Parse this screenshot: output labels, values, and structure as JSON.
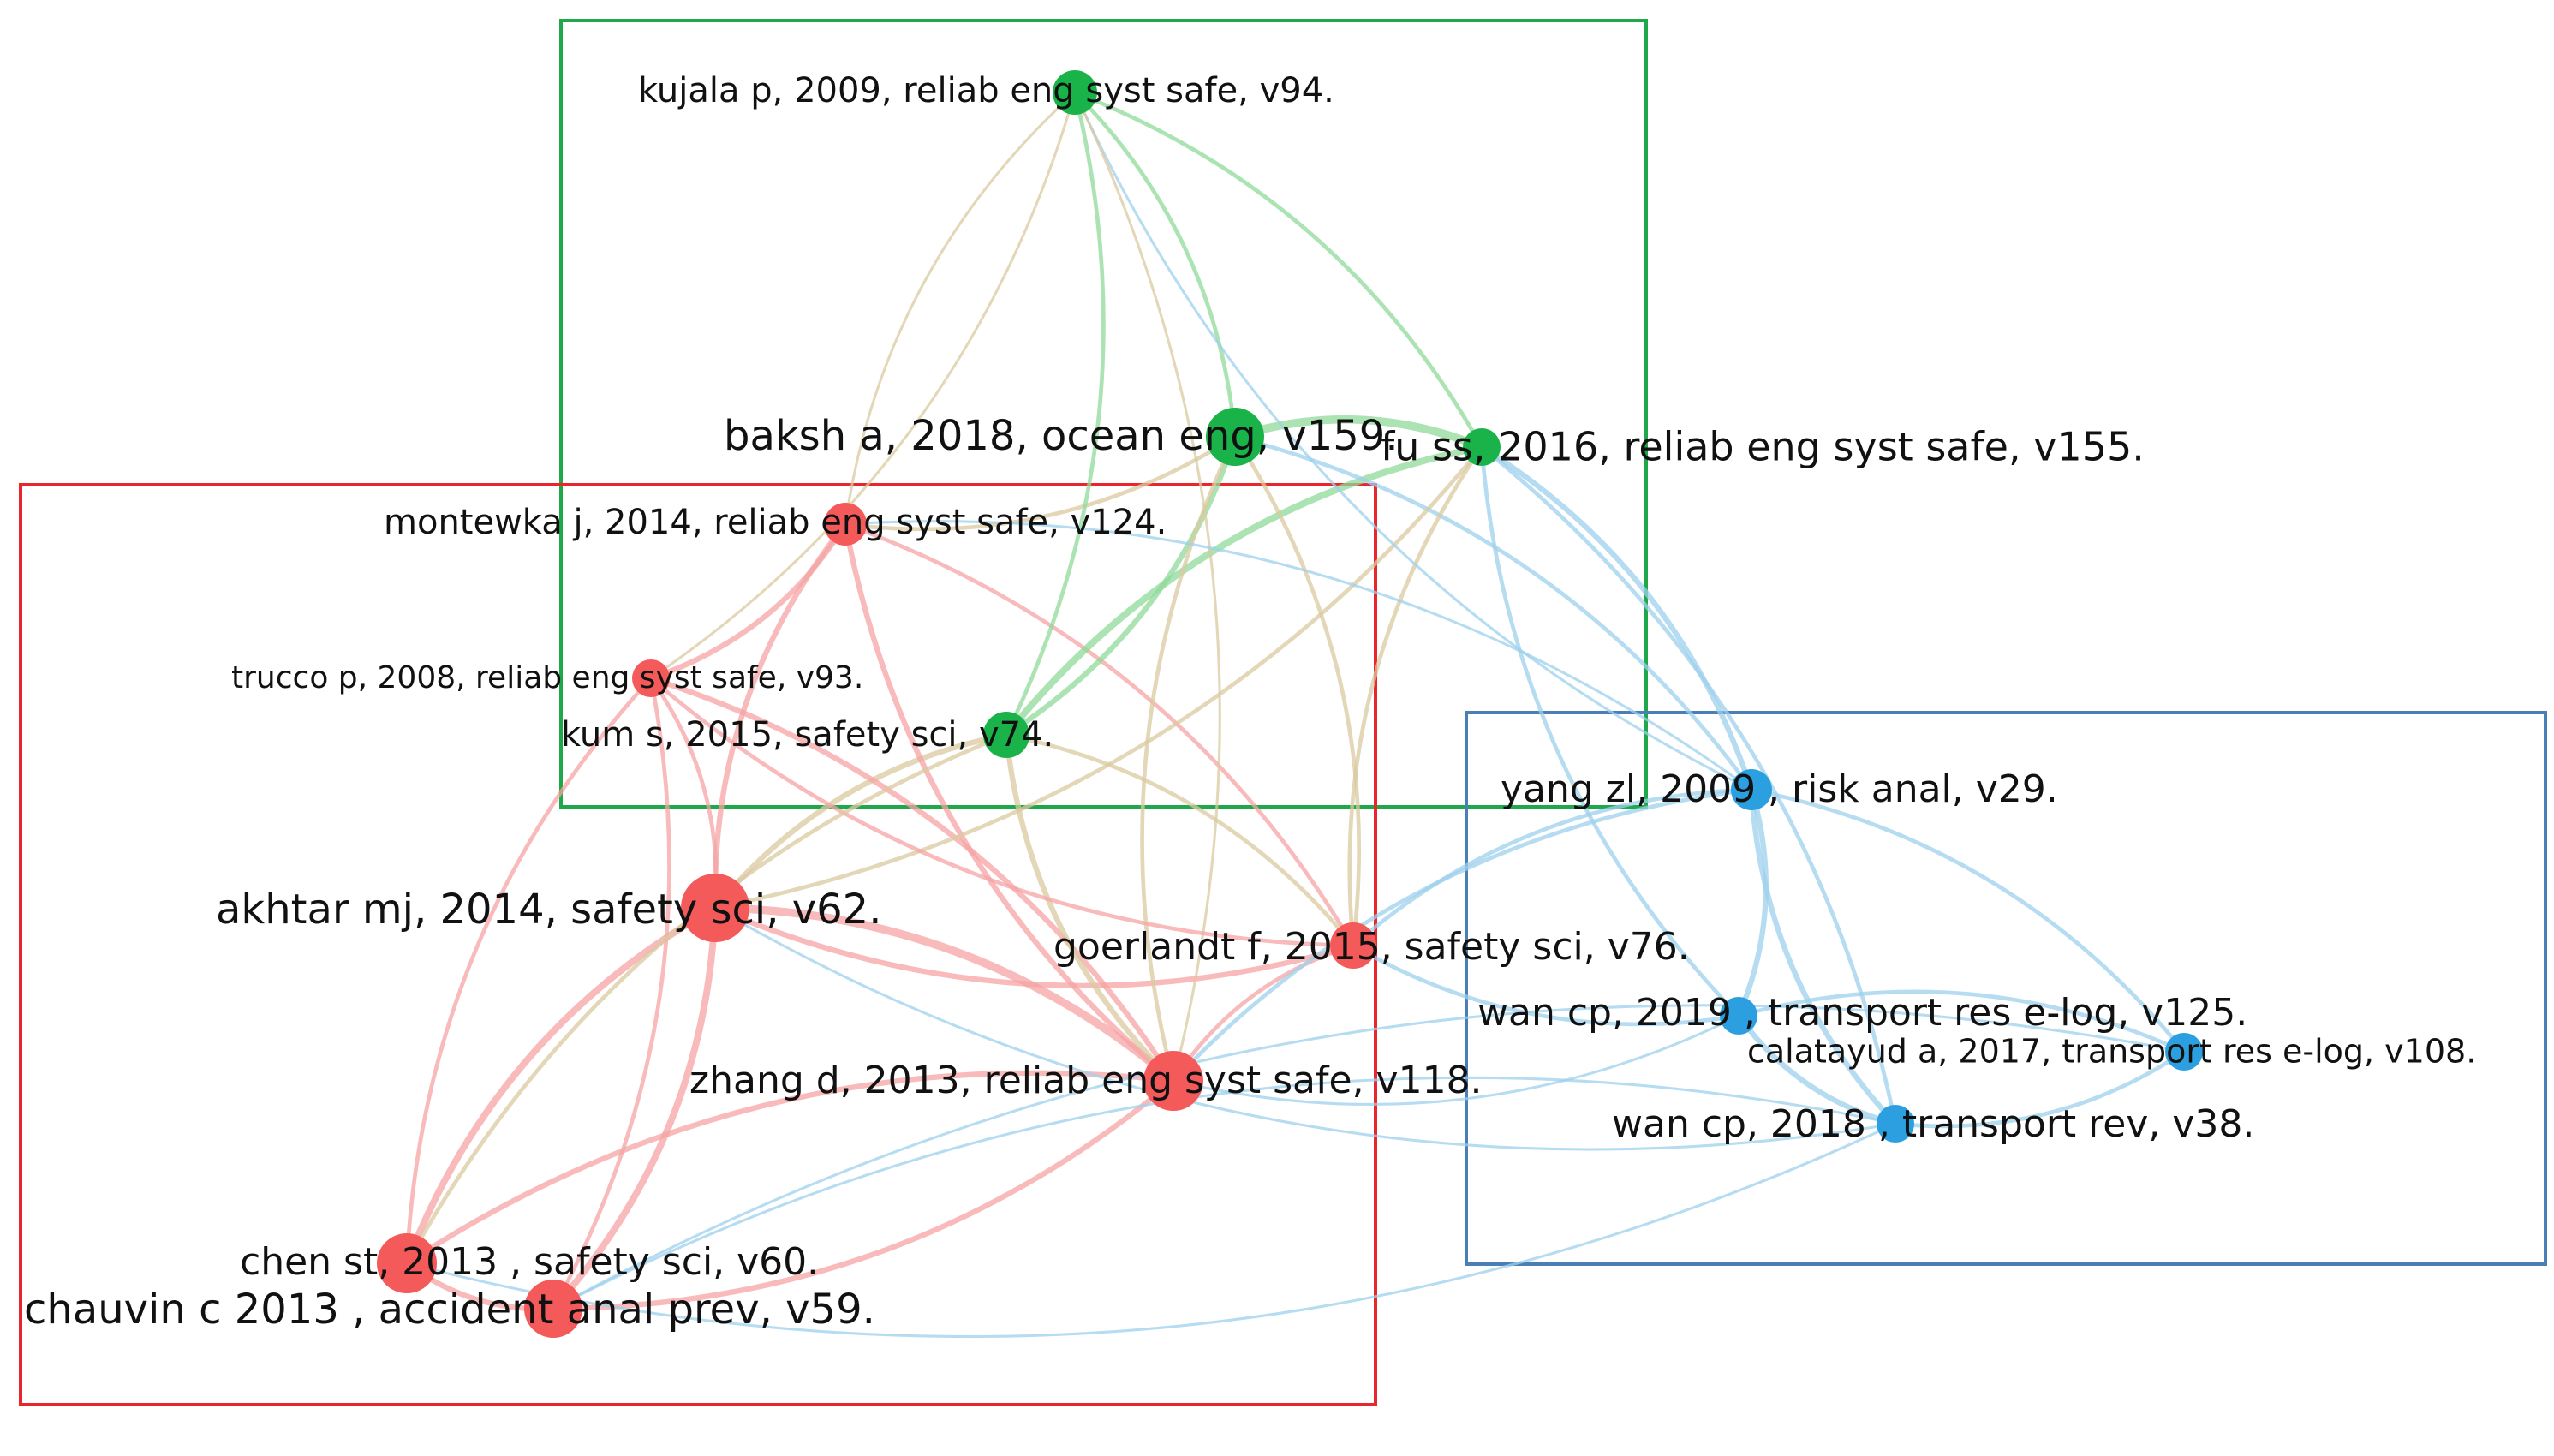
{
  "clusters": [
    {
      "id": "green",
      "color": "#1ea84a"
    },
    {
      "id": "red",
      "color": "#e8262c"
    },
    {
      "id": "blue",
      "color": "#4a7fb5"
    }
  ],
  "colors": {
    "green": "#19b34a",
    "red": "#f45a5a",
    "blue": "#2b9fe0",
    "edge_green": "#8fd99a",
    "edge_red": "#f5a3a3",
    "edge_blue": "#9dd0ec",
    "edge_grey": "#cfcfcf"
  },
  "nodes": [
    {
      "id": "kujala",
      "label": "kujala p, 2009, reliab eng syst safe, v94.",
      "cluster": "green"
    },
    {
      "id": "baksh",
      "label": "baksh a, 2018, ocean eng, v159.",
      "cluster": "green"
    },
    {
      "id": "fu",
      "label": "fu ss, 2016, reliab eng syst safe, v155.",
      "cluster": "green"
    },
    {
      "id": "kum",
      "label": "kum s, 2015, safety sci, v74.",
      "cluster": "green"
    },
    {
      "id": "montewka",
      "label": "montewka j, 2014, reliab eng syst safe, v124.",
      "cluster": "red"
    },
    {
      "id": "trucco",
      "label": "trucco p, 2008, reliab eng syst safe, v93.",
      "cluster": "red"
    },
    {
      "id": "akhtar",
      "label": "akhtar mj, 2014, safety sci, v62.",
      "cluster": "red"
    },
    {
      "id": "goerlandt",
      "label": "goerlandt f, 2015, safety sci, v76.",
      "cluster": "red"
    },
    {
      "id": "zhang",
      "label": "zhang d, 2013, reliab eng syst safe, v118.",
      "cluster": "red"
    },
    {
      "id": "chen",
      "label": "chen st, 2013 , safety sci, v60.",
      "cluster": "red"
    },
    {
      "id": "chauvin",
      "label": "chauvin c 2013 , accident  anal prev, v59.",
      "cluster": "red"
    },
    {
      "id": "yang",
      "label": "yang zl, 2009 , risk anal, v29.",
      "cluster": "blue"
    },
    {
      "id": "wan2019",
      "label": "wan cp, 2019 , transport res e-log, v125.",
      "cluster": "blue"
    },
    {
      "id": "calatayud",
      "label": "calatayud a, 2017, transport res e-log, v108.",
      "cluster": "blue"
    },
    {
      "id": "wan2018",
      "label": "wan cp, 2018 , transport rev, v38.",
      "cluster": "blue"
    }
  ],
  "edges": [
    {
      "source": "akhtar",
      "target": "zhang",
      "weight": 5
    },
    {
      "source": "akhtar",
      "target": "goerlandt",
      "weight": 3
    },
    {
      "source": "akhtar",
      "target": "montewka",
      "weight": 3
    },
    {
      "source": "akhtar",
      "target": "chen",
      "weight": 4
    },
    {
      "source": "akhtar",
      "target": "chauvin",
      "weight": 4
    },
    {
      "source": "akhtar",
      "target": "trucco",
      "weight": 2
    },
    {
      "source": "akhtar",
      "target": "kum",
      "weight": 3
    },
    {
      "source": "chen",
      "target": "chauvin",
      "weight": 3
    },
    {
      "source": "chen",
      "target": "zhang",
      "weight": 3
    },
    {
      "source": "chauvin",
      "target": "zhang",
      "weight": 3
    },
    {
      "source": "montewka",
      "target": "trucco",
      "weight": 3
    },
    {
      "source": "montewka",
      "target": "zhang",
      "weight": 3
    },
    {
      "source": "montewka",
      "target": "goerlandt",
      "weight": 2
    },
    {
      "source": "montewka",
      "target": "baksh",
      "weight": 2
    },
    {
      "source": "trucco",
      "target": "zhang",
      "weight": 3
    },
    {
      "source": "trucco",
      "target": "chen",
      "weight": 2
    },
    {
      "source": "trucco",
      "target": "chauvin",
      "weight": 2
    },
    {
      "source": "kum",
      "target": "zhang",
      "weight": 3
    },
    {
      "source": "kum",
      "target": "goerlandt",
      "weight": 2
    },
    {
      "source": "kum",
      "target": "baksh",
      "weight": 3
    },
    {
      "source": "kum",
      "target": "fu",
      "weight": 4
    },
    {
      "source": "kum",
      "target": "kujala",
      "weight": 2
    },
    {
      "source": "baksh",
      "target": "fu",
      "weight": 5
    },
    {
      "source": "baksh",
      "target": "kujala",
      "weight": 2
    },
    {
      "source": "baksh",
      "target": "goerlandt",
      "weight": 2
    },
    {
      "source": "baksh",
      "target": "zhang",
      "weight": 2
    },
    {
      "source": "baksh",
      "target": "yang",
      "weight": 2
    },
    {
      "source": "fu",
      "target": "kujala",
      "weight": 2
    },
    {
      "source": "fu",
      "target": "yang",
      "weight": 3
    },
    {
      "source": "fu",
      "target": "wan2019",
      "weight": 2
    },
    {
      "source": "fu",
      "target": "wan2018",
      "weight": 2
    },
    {
      "source": "fu",
      "target": "goerlandt",
      "weight": 2
    },
    {
      "source": "fu",
      "target": "akhtar",
      "weight": 2
    },
    {
      "source": "kujala",
      "target": "montewka",
      "weight": 1
    },
    {
      "source": "kujala",
      "target": "trucco",
      "weight": 1
    },
    {
      "source": "kujala",
      "target": "yang",
      "weight": 1
    },
    {
      "source": "kujala",
      "target": "zhang",
      "weight": 1
    },
    {
      "source": "goerlandt",
      "target": "zhang",
      "weight": 2
    },
    {
      "source": "goerlandt",
      "target": "yang",
      "weight": 2
    },
    {
      "source": "goerlandt",
      "target": "wan2019",
      "weight": 2
    },
    {
      "source": "zhang",
      "target": "yang",
      "weight": 2
    },
    {
      "source": "zhang",
      "target": "wan2019",
      "weight": 1
    },
    {
      "source": "yang",
      "target": "wan2019",
      "weight": 3
    },
    {
      "source": "yang",
      "target": "wan2018",
      "weight": 3
    },
    {
      "source": "yang",
      "target": "calatayud",
      "weight": 2
    },
    {
      "source": "wan2019",
      "target": "wan2018",
      "weight": 3
    },
    {
      "source": "wan2019",
      "target": "calatayud",
      "weight": 2
    },
    {
      "source": "wan2018",
      "target": "calatayud",
      "weight": 2
    },
    {
      "source": "wan2018",
      "target": "chen",
      "weight": 1
    },
    {
      "source": "wan2018",
      "target": "chauvin",
      "weight": 1
    },
    {
      "source": "wan2018",
      "target": "akhtar",
      "weight": 1
    },
    {
      "source": "calatayud",
      "target": "chauvin",
      "weight": 1
    },
    {
      "source": "montewka",
      "target": "yang",
      "weight": 1
    },
    {
      "source": "trucco",
      "target": "goerlandt",
      "weight": 2
    },
    {
      "source": "chen",
      "target": "kum",
      "weight": 2
    }
  ]
}
